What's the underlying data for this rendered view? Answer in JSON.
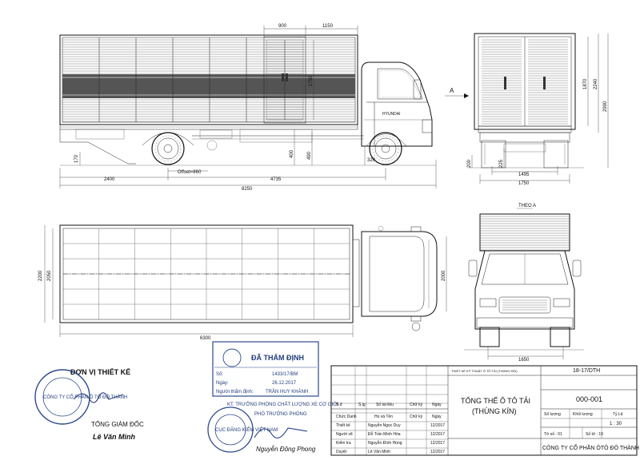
{
  "side_view": {
    "dims": [
      "900",
      "1150",
      "1750",
      "400",
      "490",
      "320",
      "170",
      "2400",
      "4735",
      "8250"
    ],
    "offset_label": "Offset=860"
  },
  "rear_view": {
    "dims": [
      "1870",
      "2240",
      "2990",
      "200",
      "225",
      "1495",
      "1750"
    ],
    "marker": "A"
  },
  "top_view": {
    "dims": [
      "2200",
      "2050",
      "2000",
      "6300"
    ]
  },
  "front_view": {
    "label": "THEO A",
    "dim": "1650"
  },
  "designer": {
    "unit_label": "ĐƠN VỊ THIẾT KẾ",
    "position": "TỔNG GIÁM ĐỐC",
    "name": "Lê Văn Minh",
    "seal_text": "CÔNG TY CỔ PHẦN Ô TÔ ĐÔ THÀNH"
  },
  "approval": {
    "stamp_title": "ĐÃ THẨM ĐỊNH",
    "no_label": "Số:",
    "no_value": "1433/17/BM",
    "date_label": "Ngày:",
    "date_value": "26.12.2017",
    "reviewer_label": "Người thẩm định:",
    "reviewer_value": "TRẦN HUY KHÁNH",
    "position_lines": [
      "KT. TRƯỞNG PHÒNG CHẤT LƯỢNG XE CƠ GIỚI",
      "PHÓ TRƯỞNG PHÒNG"
    ],
    "seal_text": "CỤC ĐĂNG KIỂM VIỆT NAM",
    "signer": "Nguyễn Đông Phong"
  },
  "title_block": {
    "top_note": "THIẾT KẾ KỸ THUẬT Ô TÔ TẢI (THÙNG KÍN)",
    "code": "18-17/DTH",
    "title_line1": "TỔNG THỂ Ô TÔ TẢI",
    "title_line2": "(THÙNG KÍN)",
    "drawing_no": "000-001",
    "rev_headers": [
      "S.đ",
      "S.lg",
      "Số tài liệu",
      "Chữ ký",
      "Ngày"
    ],
    "col_headers": [
      "Chức Danh",
      "Họ và Tên",
      "Chữ ký",
      "Ngày"
    ],
    "rows": [
      {
        "role": "Thiết kế",
        "name": "Nguyễn Ngọc Duy",
        "date": "12/2017"
      },
      {
        "role": "Người vẽ",
        "name": "Đỗ Trần Minh Hòa",
        "date": "12/2017"
      },
      {
        "role": "Kiểm tra",
        "name": "Nguyễn Đình Hùng",
        "date": "12/2017"
      },
      {
        "role": "Duyệt",
        "name": "Lê Văn Minh",
        "date": "12/2017"
      }
    ],
    "qty_label": "Số lượng",
    "mass_label": "Khối lượng",
    "scale_label": "Tỷ Lệ",
    "scale_value": "1 : 30",
    "sheet_label": "Tờ số : 01",
    "sheets_label": "Số tờ : 19",
    "company": "CÔNG TY CỔ PHẦN ÔTÔ ĐÔ THÀNH"
  }
}
